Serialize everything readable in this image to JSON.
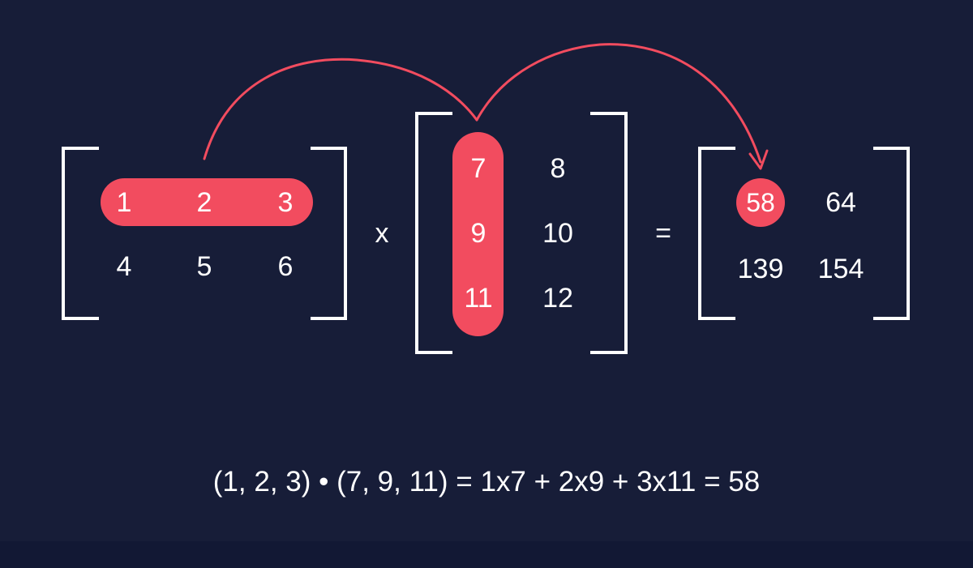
{
  "colors": {
    "background": "#171d38",
    "accent": "#f24c5f",
    "text": "#ffffff",
    "bracket": "#ffffff"
  },
  "matrix_a": {
    "rows": [
      [
        "1",
        "2",
        "3"
      ],
      [
        "4",
        "5",
        "6"
      ]
    ],
    "highlight": "row 1"
  },
  "matrix_b": {
    "rows": [
      [
        "7",
        "8"
      ],
      [
        "9",
        "10"
      ],
      [
        "11",
        "12"
      ]
    ],
    "highlight": "column 1"
  },
  "matrix_c": {
    "rows": [
      [
        "58",
        "64"
      ],
      [
        "139",
        "154"
      ]
    ],
    "highlight": "cell 1,1"
  },
  "operators": {
    "multiply": "x",
    "equals": "="
  },
  "equation": "(1, 2, 3) • (7, 9, 11) = 1x7 + 2x9 + 3x11 = 58"
}
